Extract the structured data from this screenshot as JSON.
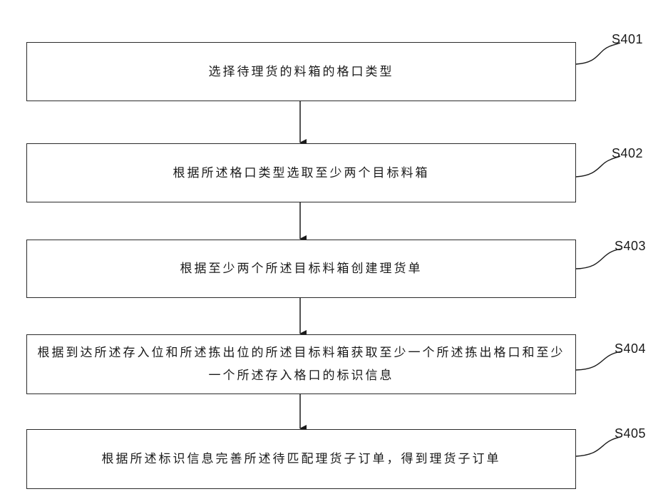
{
  "flowchart": {
    "steps": [
      {
        "id": "S401",
        "text": "选择待理货的料箱的格口类型"
      },
      {
        "id": "S402",
        "text": "根据所述格口类型选取至少两个目标料箱"
      },
      {
        "id": "S403",
        "text": "根据至少两个所述目标料箱创建理货单"
      },
      {
        "id": "S404",
        "text": "根据到达所述存入位和所述拣出位的所述目标料箱获取至少一个所述拣出格口和至少一个所述存入格口的标识信息"
      },
      {
        "id": "S405",
        "text": "根据所述标识信息完善所述待匹配理货子订单，得到理货子订单"
      }
    ]
  }
}
